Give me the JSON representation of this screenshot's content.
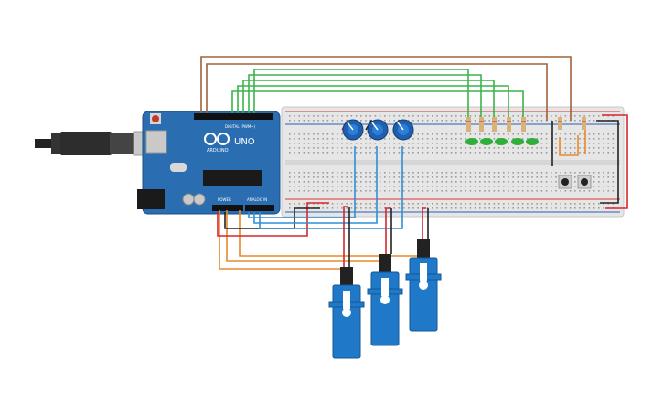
{
  "arduino": {
    "brand": "ARDUINO",
    "model": "UNO",
    "digital_label": "DIGITAL (PWM~)",
    "power_label": "POWER",
    "analog_label": "ANALOG IN",
    "board_color": "#2a6db0"
  },
  "breadboard": {
    "color": "#e6e6e6",
    "rail_red": "#d33",
    "rail_blue": "#2b5fb3"
  },
  "potentiometers": {
    "count": 3,
    "knob_color": "#1f5fae"
  },
  "leds": {
    "count": 5,
    "color": "#2fae3a"
  },
  "pushbuttons": {
    "count": 2
  },
  "servos": {
    "count": 3,
    "body_color": "#1f78c8"
  },
  "wire_colors": {
    "brown": "#a0623a",
    "green": "#3cb34a",
    "orange": "#e8892b",
    "red": "#d6262b",
    "black": "#222222",
    "blue": "#2f8fd6"
  }
}
